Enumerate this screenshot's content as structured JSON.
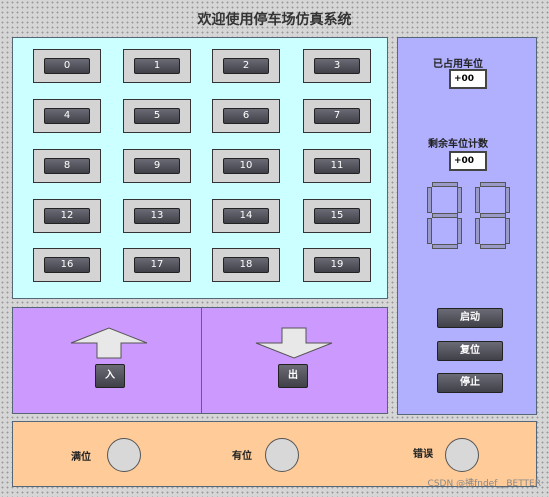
{
  "title": "欢迎使用停车场仿真系统",
  "slots": [
    "0",
    "1",
    "2",
    "3",
    "4",
    "5",
    "6",
    "7",
    "8",
    "9",
    "10",
    "11",
    "12",
    "13",
    "14",
    "15",
    "16",
    "17",
    "18",
    "19"
  ],
  "occupied": {
    "label": "已占用车位",
    "value": "+00"
  },
  "remaining": {
    "label": "剩余车位计数",
    "value": "+00"
  },
  "controls": {
    "start": "启动",
    "reset": "复位",
    "stop": "停止"
  },
  "gates": {
    "enter": "入",
    "exit": "出"
  },
  "status": {
    "full": "满位",
    "available": "有位",
    "error": "错误"
  },
  "watermark": "CSDN @拂fndef__BETTER"
}
